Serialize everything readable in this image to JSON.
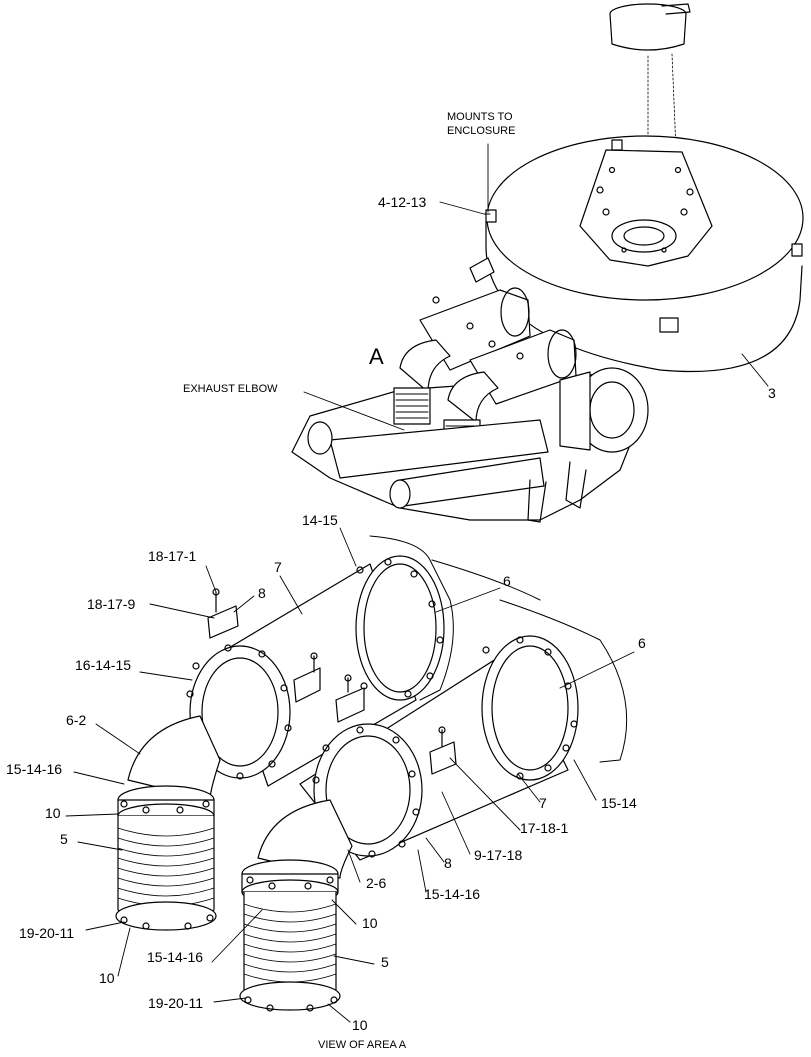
{
  "labels": {
    "mounts_line1": "MOUNTS TO",
    "mounts_line2": "ENCLOSURE",
    "c_4_12_13": "4-12-13",
    "c_3": "3",
    "area_a": "A",
    "exhaust_elbow": "EXHAUST ELBOW",
    "c_14_15": "14-15",
    "c_18_17_1": "18-17-1",
    "c_7_top": "7",
    "c_6_top": "6",
    "c_18_17_9": "18-17-9",
    "c_8_top": "8",
    "c_16_14_15": "16-14-15",
    "c_6_right": "6",
    "c_6_2": "6-2",
    "c_15_14_16_left": "15-14-16",
    "c_10_left": "10",
    "c_5_left": "5",
    "c_15_14": "15-14",
    "c_7_right": "7",
    "c_17_18_1": "17-18-1",
    "c_8_mid": "8",
    "c_9_17_18": "9-17-18",
    "c_2_6": "2-6",
    "c_15_14_16_mid": "15-14-16",
    "c_10_mid": "10",
    "c_19_20_11_left": "19-20-11",
    "c_15_14_16_low": "15-14-16",
    "c_5_right": "5",
    "c_10_bottom_left": "10",
    "c_19_20_11_right": "19-20-11",
    "c_10_bottom": "10",
    "view_caption": "VIEW OF AREA  A"
  }
}
